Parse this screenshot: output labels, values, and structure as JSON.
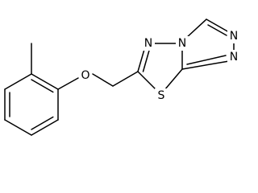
{
  "molecule": {
    "atoms": {
      "o_ether": "O",
      "n_thiadiazole": "N",
      "n_bridge": "N",
      "s_ring": "S",
      "n_triazole_top": "N",
      "n_triazole_bottom": "N"
    }
  },
  "colors": {
    "bond": "#000000",
    "background": "#ffffff"
  }
}
